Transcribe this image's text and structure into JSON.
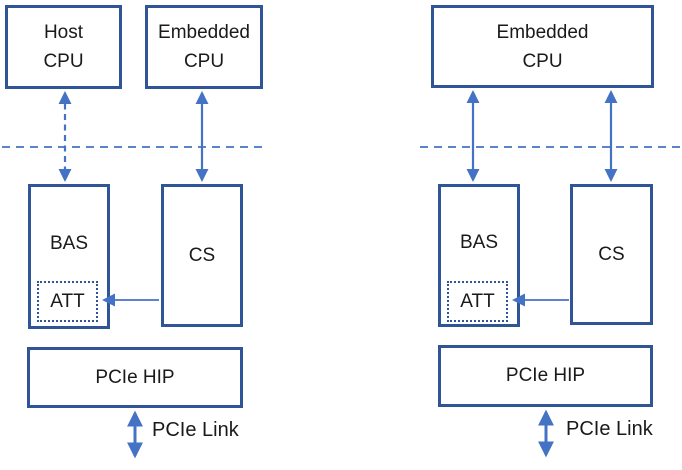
{
  "colors": {
    "box_border": "#2F5597",
    "arrow": "#4472C4",
    "text": "#1A1A1A",
    "background": "#FFFFFF"
  },
  "left": {
    "host_cpu_line1": "Host",
    "host_cpu_line2": "CPU",
    "embedded_cpu_line1": "Embedded",
    "embedded_cpu_line2": "CPU",
    "bas": "BAS",
    "att": "ATT",
    "cs": "CS",
    "pcie_hip": "PCIe HIP",
    "pcie_link": "PCIe Link"
  },
  "right": {
    "embedded_cpu_line1": "Embedded",
    "embedded_cpu_line2": "CPU",
    "bas": "BAS",
    "att": "ATT",
    "cs": "CS",
    "pcie_hip": "PCIe HIP",
    "pcie_link": "PCIe Link"
  }
}
